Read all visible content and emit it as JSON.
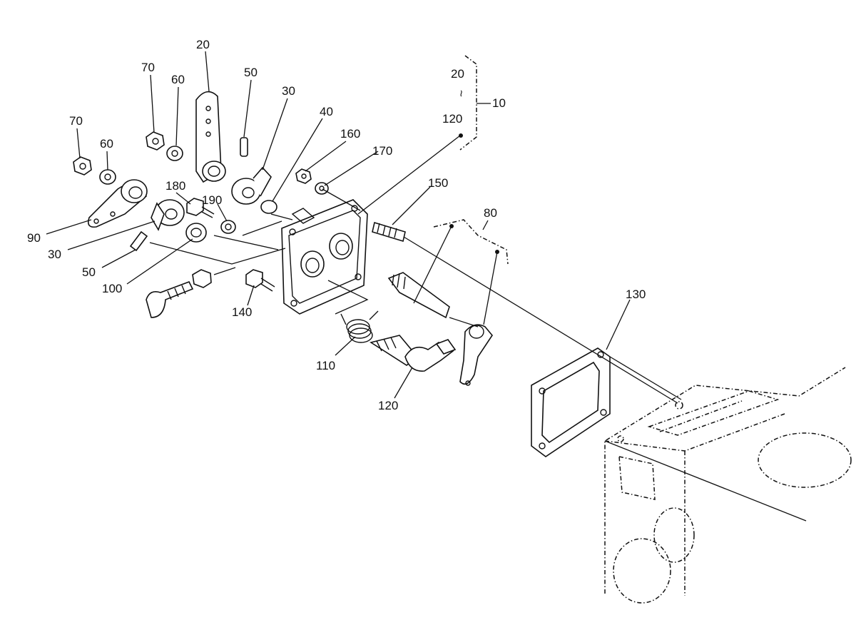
{
  "callouts": {
    "c20_top": "20",
    "c70_a": "70",
    "c60_a": "60",
    "c50_top": "50",
    "c30_top": "30",
    "c40": "40",
    "c70_b": "70",
    "c60_b": "60",
    "c160": "160",
    "c170": "170",
    "c180": "180",
    "c190": "190",
    "c90": "90",
    "c30_left": "30",
    "c50_left": "50",
    "c100": "100",
    "c140": "140",
    "c150": "150",
    "c80": "80",
    "c110": "110",
    "c120_bottom": "120",
    "c130": "130",
    "bracket_top": "20",
    "bracket_tilde": "~",
    "bracket_bottom": "120",
    "bracket_ref": "10"
  }
}
